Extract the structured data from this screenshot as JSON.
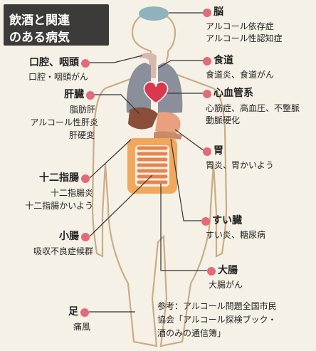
{
  "title": {
    "line1": "飲酒と関連",
    "line2": "のある病気"
  },
  "labels": {
    "brain": {
      "name": "脳",
      "diseases": [
        "アルコール依存症",
        "アルコール性認知症"
      ]
    },
    "esophagus": {
      "name": "食道",
      "diseases": [
        "食道炎、食道がん"
      ]
    },
    "heart": {
      "name": "心血管系",
      "diseases": [
        "心筋症、高血圧、不整脈",
        "動脈硬化"
      ]
    },
    "stomach": {
      "name": "胃",
      "diseases": [
        "胃炎、胃かいよう"
      ]
    },
    "pancreas": {
      "name": "すい臓",
      "diseases": [
        "すい炎、糖尿病"
      ]
    },
    "large_intestine": {
      "name": "大腸",
      "diseases": [
        "大腸がん"
      ]
    },
    "mouth": {
      "name": "口腔、咽頭",
      "diseases": [
        "口腔・咽頭がん"
      ]
    },
    "liver": {
      "name": "肝臓",
      "diseases": [
        "脂肪肝",
        "アルコール性肝炎",
        "肝硬変"
      ]
    },
    "duodenum": {
      "name": "十二指腸",
      "diseases": [
        "十二指腸炎",
        "十二指腸かいよう"
      ]
    },
    "small_intestine": {
      "name": "小腸",
      "diseases": [
        "吸収不良症候群"
      ]
    },
    "foot": {
      "name": "足",
      "diseases": [
        "痛風"
      ]
    }
  },
  "reference": {
    "lines": [
      "参考：アルコール問題全国市民",
      "協会「アルコール探検ブック・",
      "酒のみの通信簿」"
    ]
  },
  "colors": {
    "background": "#f6f1e6",
    "title_box": "#3d3b39",
    "marker": "#e26a79",
    "body_outline": "#c9ad84",
    "lungs": "#8b8f9c",
    "heart": "#d8394c",
    "liver": "#8a4f3b",
    "stomach": "#e8a07e",
    "intestine": "#f1a85c",
    "brain": "#8fb2bd"
  }
}
